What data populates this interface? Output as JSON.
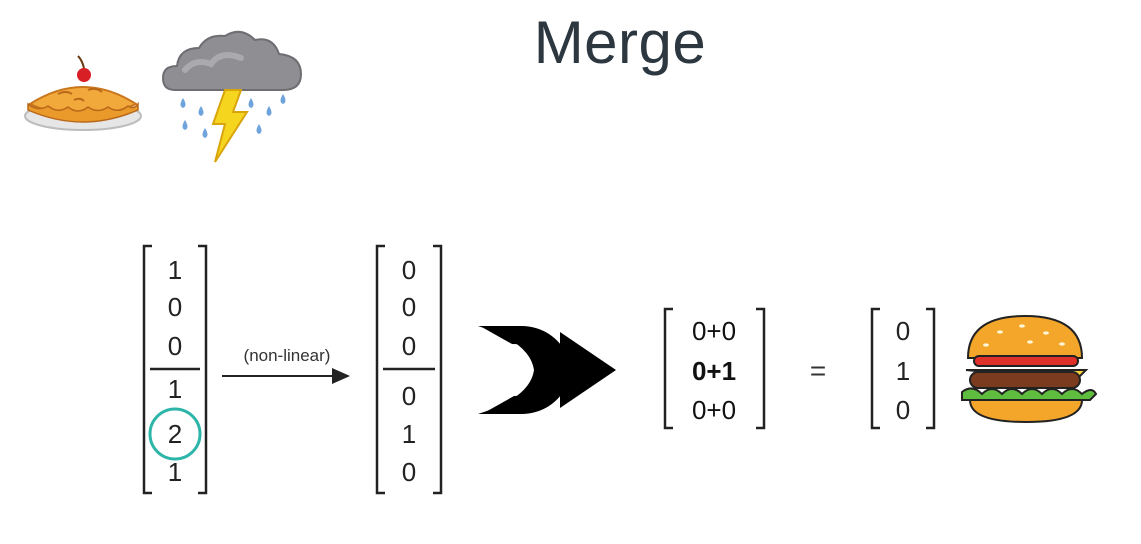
{
  "slide": {
    "title": "Merge"
  },
  "icons": {
    "pie": "pie-icon",
    "storm": "thunderstorm-icon",
    "merge_arrow": "merge-arrow-icon",
    "burger": "hamburger-icon"
  },
  "input_vector": {
    "top": [
      "1",
      "0",
      "0"
    ],
    "bottom": [
      "1",
      "2",
      "1"
    ],
    "highlight_color": "#2cb5a8"
  },
  "transform": {
    "label": "(non-linear)"
  },
  "output_vector": {
    "top": [
      "0",
      "0",
      "0"
    ],
    "bottom": [
      "0",
      "1",
      "0"
    ]
  },
  "sum_vector": [
    "0+0",
    "0+1",
    "0+0"
  ],
  "equals": "=",
  "result_vector": [
    "0",
    "1",
    "0"
  ]
}
